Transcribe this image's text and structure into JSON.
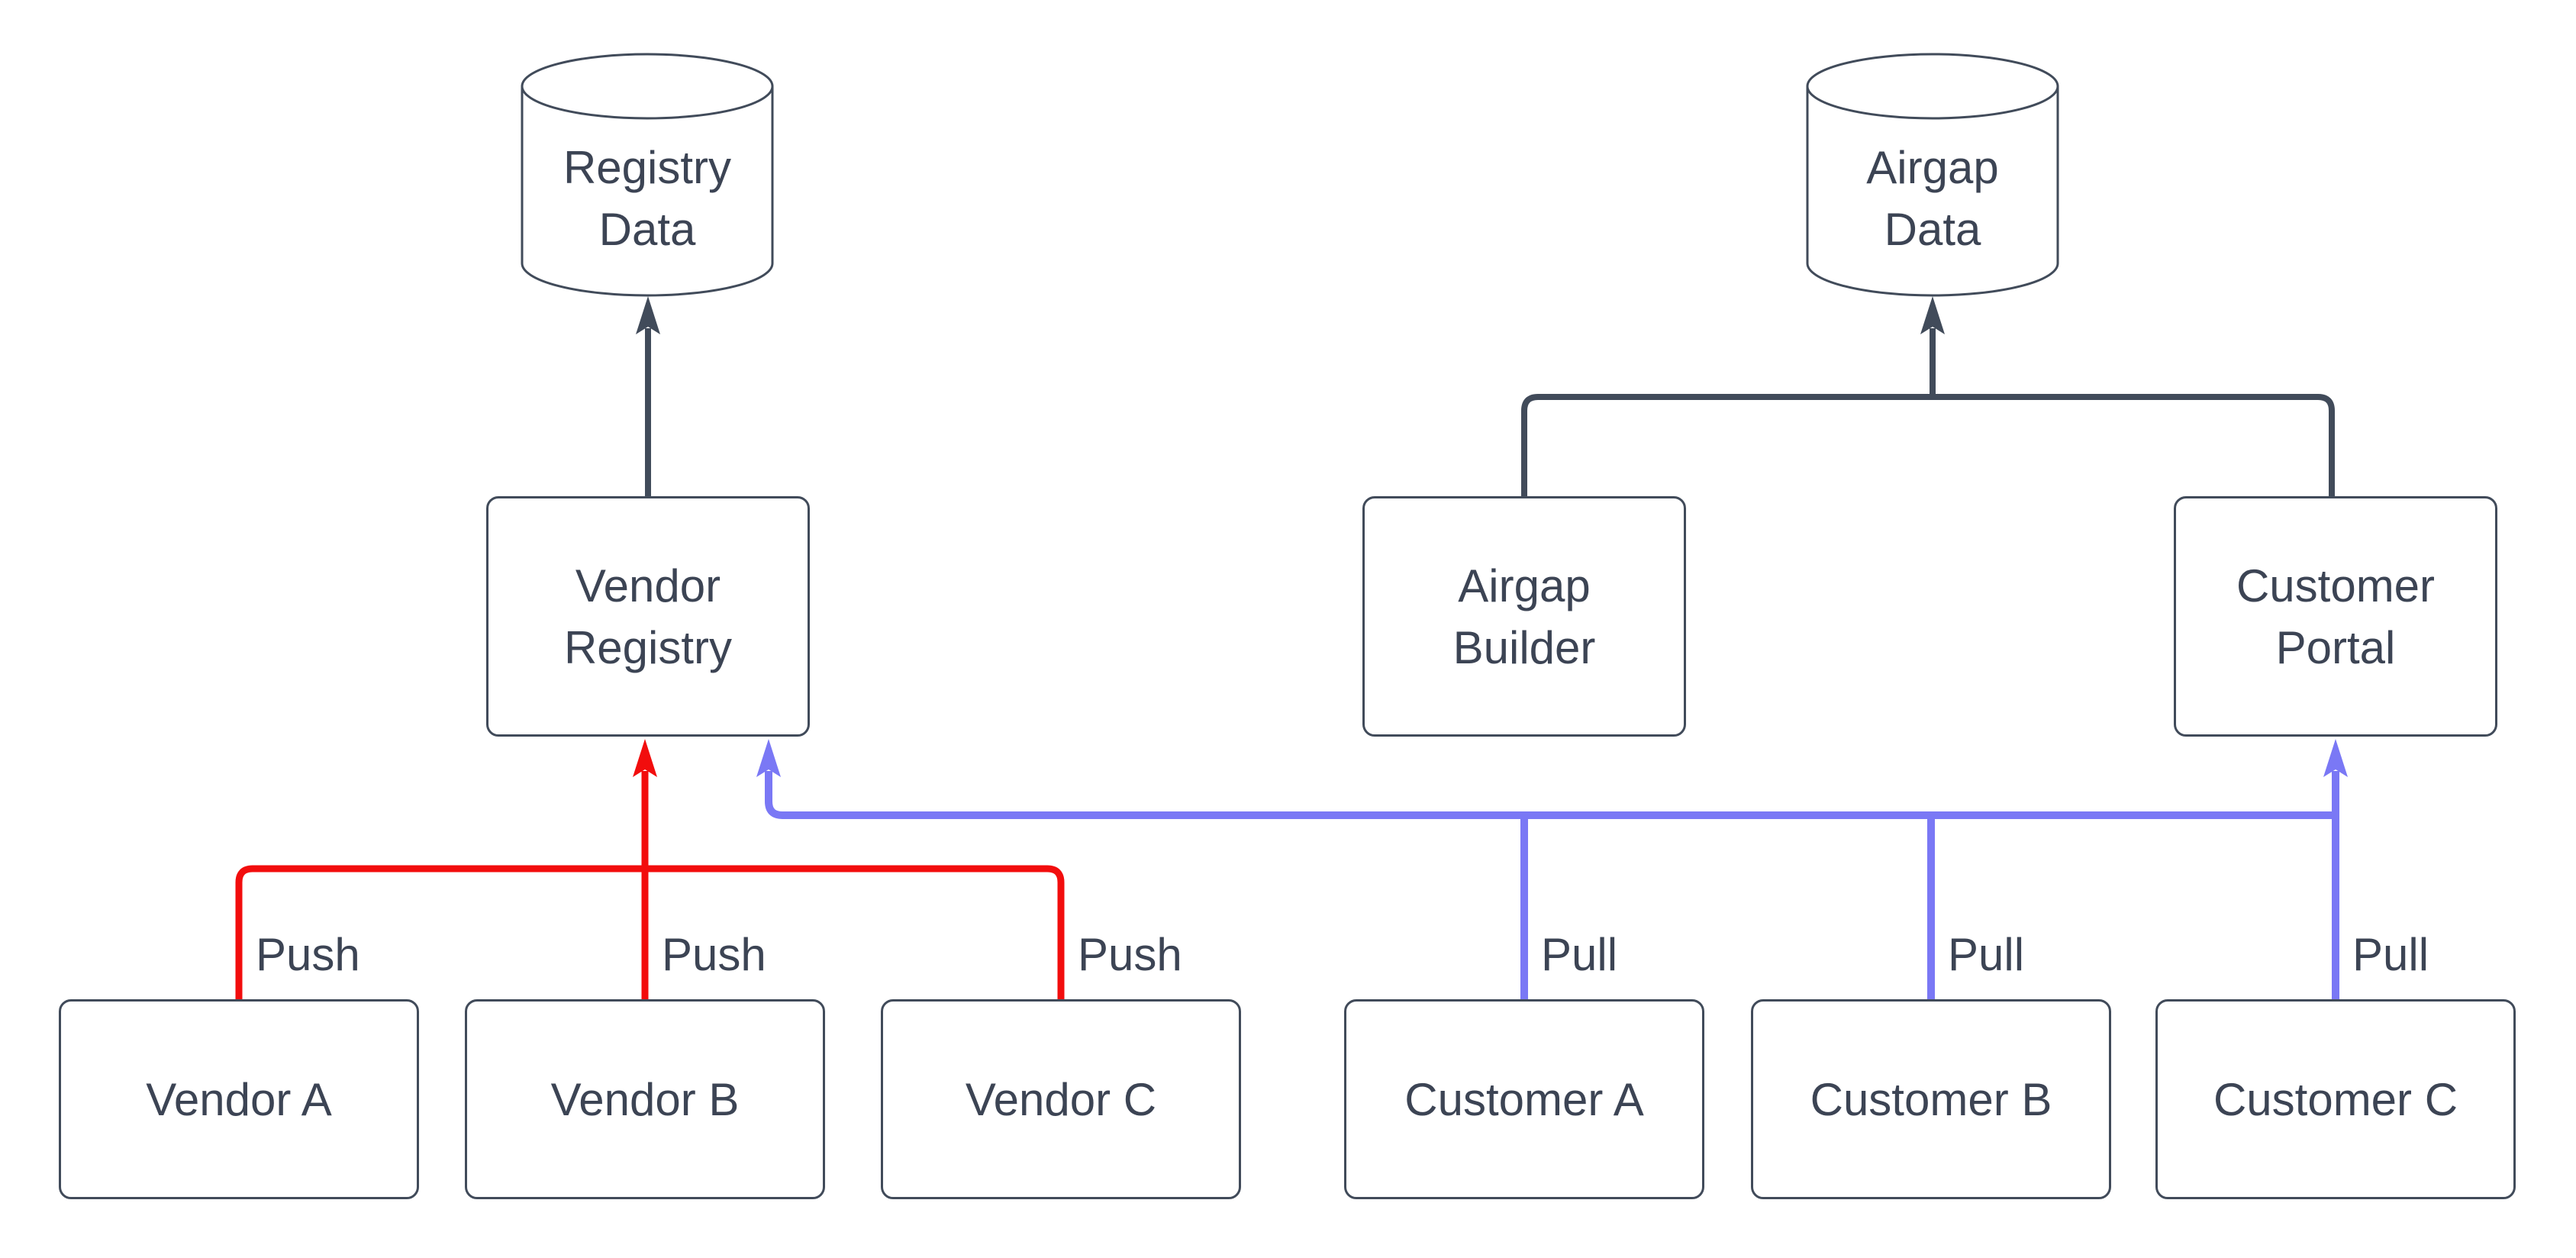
{
  "diagram": {
    "background": "#ffffff",
    "colors": {
      "line": "#414b5a",
      "text": "#3c4454",
      "push_line": "#f20d0d",
      "pull_line": "#7a78f5",
      "shape_fill": "#ffffff"
    },
    "nodes": {
      "registry_data": {
        "label": "Registry\nData",
        "shape": "cylinder"
      },
      "airgap_data": {
        "label": "Airgap\nData",
        "shape": "cylinder"
      },
      "vendor_registry": {
        "label": "Vendor\nRegistry",
        "shape": "rounded-rect"
      },
      "airgap_builder": {
        "label": "Airgap\nBuilder",
        "shape": "rounded-rect"
      },
      "customer_portal": {
        "label": "Customer\nPortal",
        "shape": "rounded-rect"
      },
      "vendor_a": {
        "label": "Vendor A",
        "shape": "rounded-rect"
      },
      "vendor_b": {
        "label": "Vendor B",
        "shape": "rounded-rect"
      },
      "vendor_c": {
        "label": "Vendor C",
        "shape": "rounded-rect"
      },
      "customer_a": {
        "label": "Customer A",
        "shape": "rounded-rect"
      },
      "customer_b": {
        "label": "Customer B",
        "shape": "rounded-rect"
      },
      "customer_c": {
        "label": "Customer C",
        "shape": "rounded-rect"
      }
    },
    "edge_labels": {
      "push": "Push",
      "pull": "Pull"
    },
    "edges": [
      {
        "from": "vendor_registry",
        "to": "registry_data",
        "label": "",
        "color": "#414b5a"
      },
      {
        "from": "airgap_builder",
        "to": "airgap_data",
        "label": "",
        "color": "#414b5a"
      },
      {
        "from": "customer_portal",
        "to": "airgap_data",
        "label": "",
        "color": "#414b5a"
      },
      {
        "from": "vendor_a",
        "to": "vendor_registry",
        "label": "Push",
        "color": "#f20d0d"
      },
      {
        "from": "vendor_b",
        "to": "vendor_registry",
        "label": "Push",
        "color": "#f20d0d"
      },
      {
        "from": "vendor_c",
        "to": "vendor_registry",
        "label": "Push",
        "color": "#f20d0d"
      },
      {
        "from": "customer_a",
        "to": "vendor_registry,customer_portal",
        "label": "Pull",
        "color": "#7a78f5"
      },
      {
        "from": "customer_b",
        "to": "vendor_registry,customer_portal",
        "label": "Pull",
        "color": "#7a78f5"
      },
      {
        "from": "customer_c",
        "to": "vendor_registry,customer_portal",
        "label": "Pull",
        "color": "#7a78f5"
      }
    ]
  }
}
